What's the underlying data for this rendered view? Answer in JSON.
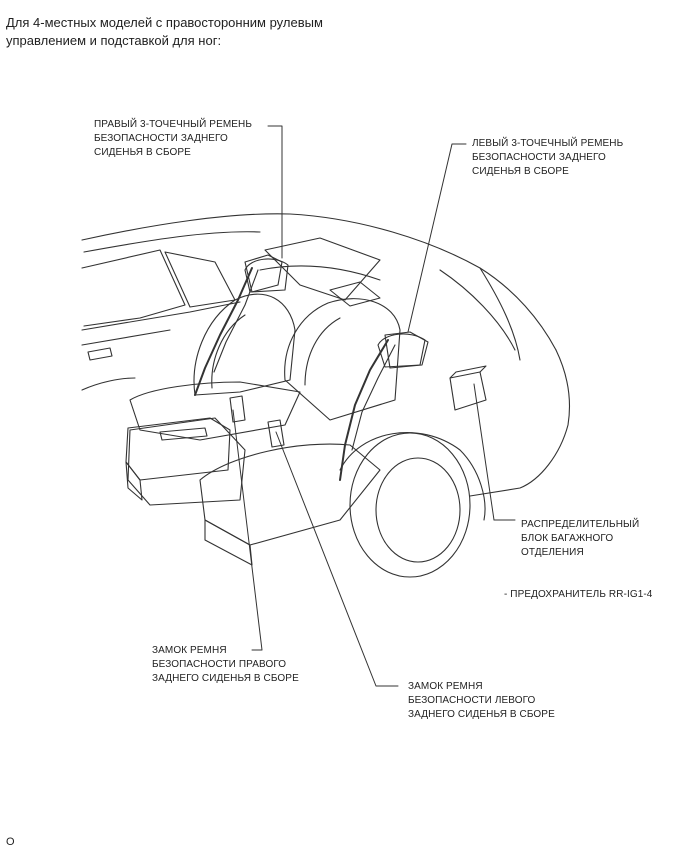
{
  "heading": {
    "line1": "Для 4-местных моделей с правосторонним рулевым",
    "line2": "управлением и подставкой для ног:"
  },
  "labels": {
    "right_belt": [
      "ПРАВЫЙ 3-ТОЧЕЧНЫЙ РЕМЕНЬ",
      "БЕЗОПАСНОСТИ ЗАДНЕГО",
      "СИДЕНЬЯ В СБОРЕ"
    ],
    "left_belt": [
      "ЛЕВЫЙ 3-ТОЧЕЧНЫЙ РЕМЕНЬ",
      "БЕЗОПАСНОСТИ ЗАДНЕГО",
      "СИДЕНЬЯ В СБОРЕ"
    ],
    "junction_block": [
      "РАСПРЕДЕЛИТЕЛЬНЫЙ",
      "БЛОК БАГАЖНОГО",
      "ОТДЕЛЕНИЯ"
    ],
    "fuse": "- ПРЕДОХРАНИТЕЛЬ RR-IG1-4",
    "right_buckle": [
      "ЗАМОК РЕМНЯ",
      "БЕЗОПАСНОСТИ ПРАВОГО",
      "ЗАДНЕГО СИДЕНЬЯ В СБОРЕ"
    ],
    "left_buckle": [
      "ЗАМОК РЕМНЯ",
      "БЕЗОПАСНОСТИ ЛЕВОГО",
      "ЗАДНЕГО СИДЕНЬЯ В СБОРЕ"
    ]
  },
  "footer_code": "O"
}
